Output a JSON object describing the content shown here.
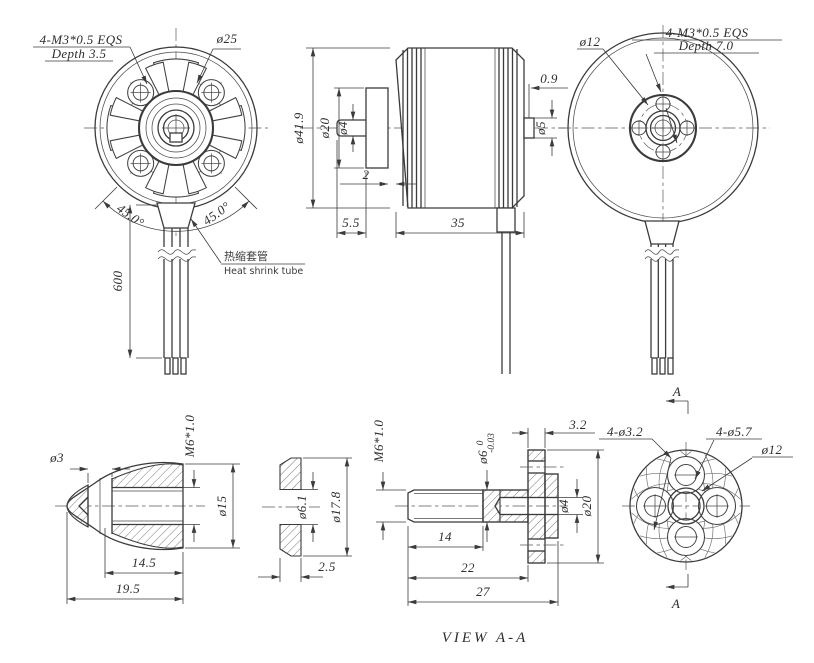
{
  "title": "VIEW A-A",
  "front_view": {
    "thread_note1": "4-M3*0.5 EQS",
    "thread_note2": "Depth 3.5",
    "bolt_circle": "ø25",
    "angle_left": "45.0°",
    "angle_right": "45.0°",
    "lead_length": "600",
    "heat_shrink_cn": "热缩套管",
    "heat_shrink_en": "Heat shrink tube"
  },
  "side_view": {
    "outer_dia": "ø41.9",
    "mount_dia": "ø20",
    "shaft_dia": "ø4",
    "gap": "2",
    "shaft_ext": "5.5",
    "body_len": "35",
    "boss_offset": "0.9",
    "boss_dia": "ø5"
  },
  "rear_view": {
    "center_dia": "ø12",
    "thread_note1": "4-M3*0.5 EQS",
    "thread_note2": "Depth 7.0",
    "section_mark": "A"
  },
  "prop_nut": {
    "tip_dia": "ø3",
    "thread": "M6*1.0",
    "outer_dia": "ø15",
    "bore_depth": "14.5",
    "length": "19.5"
  },
  "washer": {
    "bore_dia": "ø6.1",
    "outer_dia": "ø17.8",
    "thickness": "2.5"
  },
  "shaft": {
    "thread": "M6*1.0",
    "dia_nominal": "ø6",
    "tol_upper": "0",
    "tol_lower": "-0.03",
    "flange_thk": "3.2",
    "bore_dia": "ø4",
    "flange_dia": "ø20",
    "thread_len": "14",
    "shank_len": "22",
    "total_len": "27"
  },
  "section_view": {
    "holes_small": "4-ø3.2",
    "holes_large": "4-ø5.7",
    "center_dia": "ø12",
    "section_mark": "A"
  },
  "colors": {
    "line": "#3b3b3b",
    "background": "#ffffff"
  }
}
